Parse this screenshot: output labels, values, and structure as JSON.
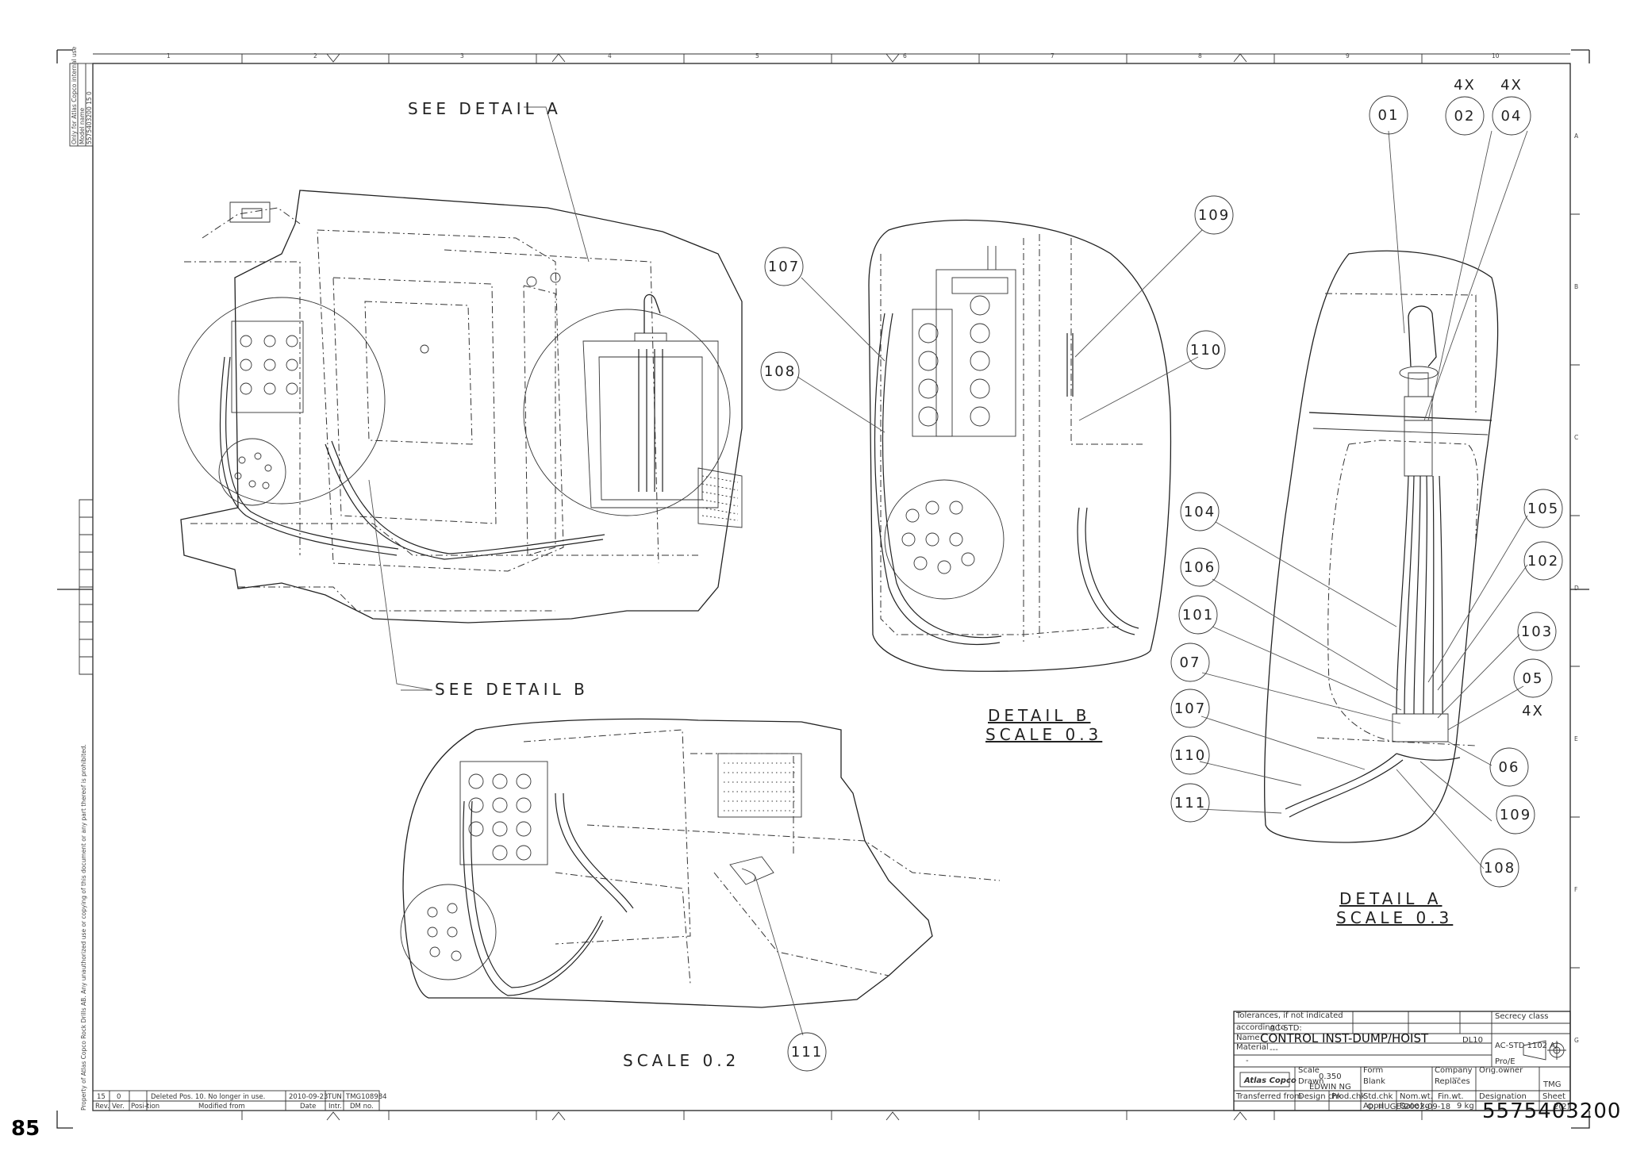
{
  "page_number": "85",
  "views": {
    "see_detail_a": "SEE DETAIL  A",
    "see_detail_b": "SEE DETAIL  B",
    "detail_b_title": "DETAIL  B",
    "detail_b_scale": "SCALE  0.3",
    "detail_a_title": "DETAIL  A",
    "detail_a_scale": "SCALE  0.3",
    "main_scale": "SCALE  0.2"
  },
  "qty_notes": {
    "q02": "4X",
    "q04": "4X",
    "q05": "4X"
  },
  "detail_b_balloons": [
    "107",
    "108",
    "109",
    "110"
  ],
  "detail_a_balloons": {
    "top": [
      "01",
      "02",
      "04"
    ],
    "left": [
      "104",
      "106",
      "101",
      "07",
      "107",
      "110",
      "111"
    ],
    "right": [
      "105",
      "102",
      "103",
      "05",
      "06",
      "109",
      "108"
    ]
  },
  "main_view_balloon": "111",
  "zone_columns": [
    "1",
    "2",
    "3",
    "4",
    "5",
    "6",
    "7",
    "8",
    "9",
    "10"
  ],
  "zone_rows": [
    "A",
    "B",
    "C",
    "D",
    "E",
    "F",
    "G"
  ],
  "side_stamp_top": "Only for Atlas Copco internal use",
  "side_stamp_mid": "Model name",
  "side_stamp_num": "5575403200  15  0",
  "side_note": "Property of Atlas Copco Rock Drills AB. Any unauthorized use or copying of this document or any part thereof is prohibited.",
  "title_block": {
    "tolerances": "Tolerances, if not indicated",
    "according_to": "according to",
    "std": "AC-STD:",
    "name_label": "Name",
    "name": "CONTROL INST-DUMP/HOIST",
    "model": "DL10",
    "secrecy": "Secrecy class",
    "material_label": "Material",
    "material": "---",
    "dash": "-",
    "std_ref": "AC-STD 1102 A/",
    "cad": "Pro/E",
    "scale_label": "Scale",
    "scale": "0.350",
    "form": "Form",
    "drawn_label": "Drawn",
    "drawn": "EDWIN NG",
    "blank": "Blank",
    "replaces": "Replaces",
    "company": "Company",
    "company_val": "---",
    "orig_owner": "Orig.owner",
    "owner": "TMG",
    "transferred": "Transferred from",
    "design_chk": "Design chk",
    "prod_chk": "Prod.chk",
    "std_chk": "Std.chk",
    "nom_wt": "Nom.wt.",
    "nom_unit": "kg",
    "fin_wt": "Fin.wt.",
    "fin_val": "9 kg",
    "appd_label": "Appd",
    "appd": "O. HUGES",
    "date_label": "Date",
    "date": "2002-09-18",
    "designation": "Designation",
    "sheet_label": "Sheet",
    "sheet": "2(2)",
    "drawing_no": "5575403200",
    "logo": "Atlas Copco"
  },
  "revision": {
    "rev": "15",
    "ver": "0",
    "desc": "Deleted Pos. 10. No longer in use.",
    "date": "2010-09-23",
    "init": "TUN",
    "dm": "TMG108984",
    "h_rev": "Rev.",
    "h_ver": "Ver.",
    "h_pos": "Posi-tion",
    "h_mod": "Modified from",
    "h_date": "Date",
    "h_init": "Intr.",
    "h_dm": "DM no."
  }
}
